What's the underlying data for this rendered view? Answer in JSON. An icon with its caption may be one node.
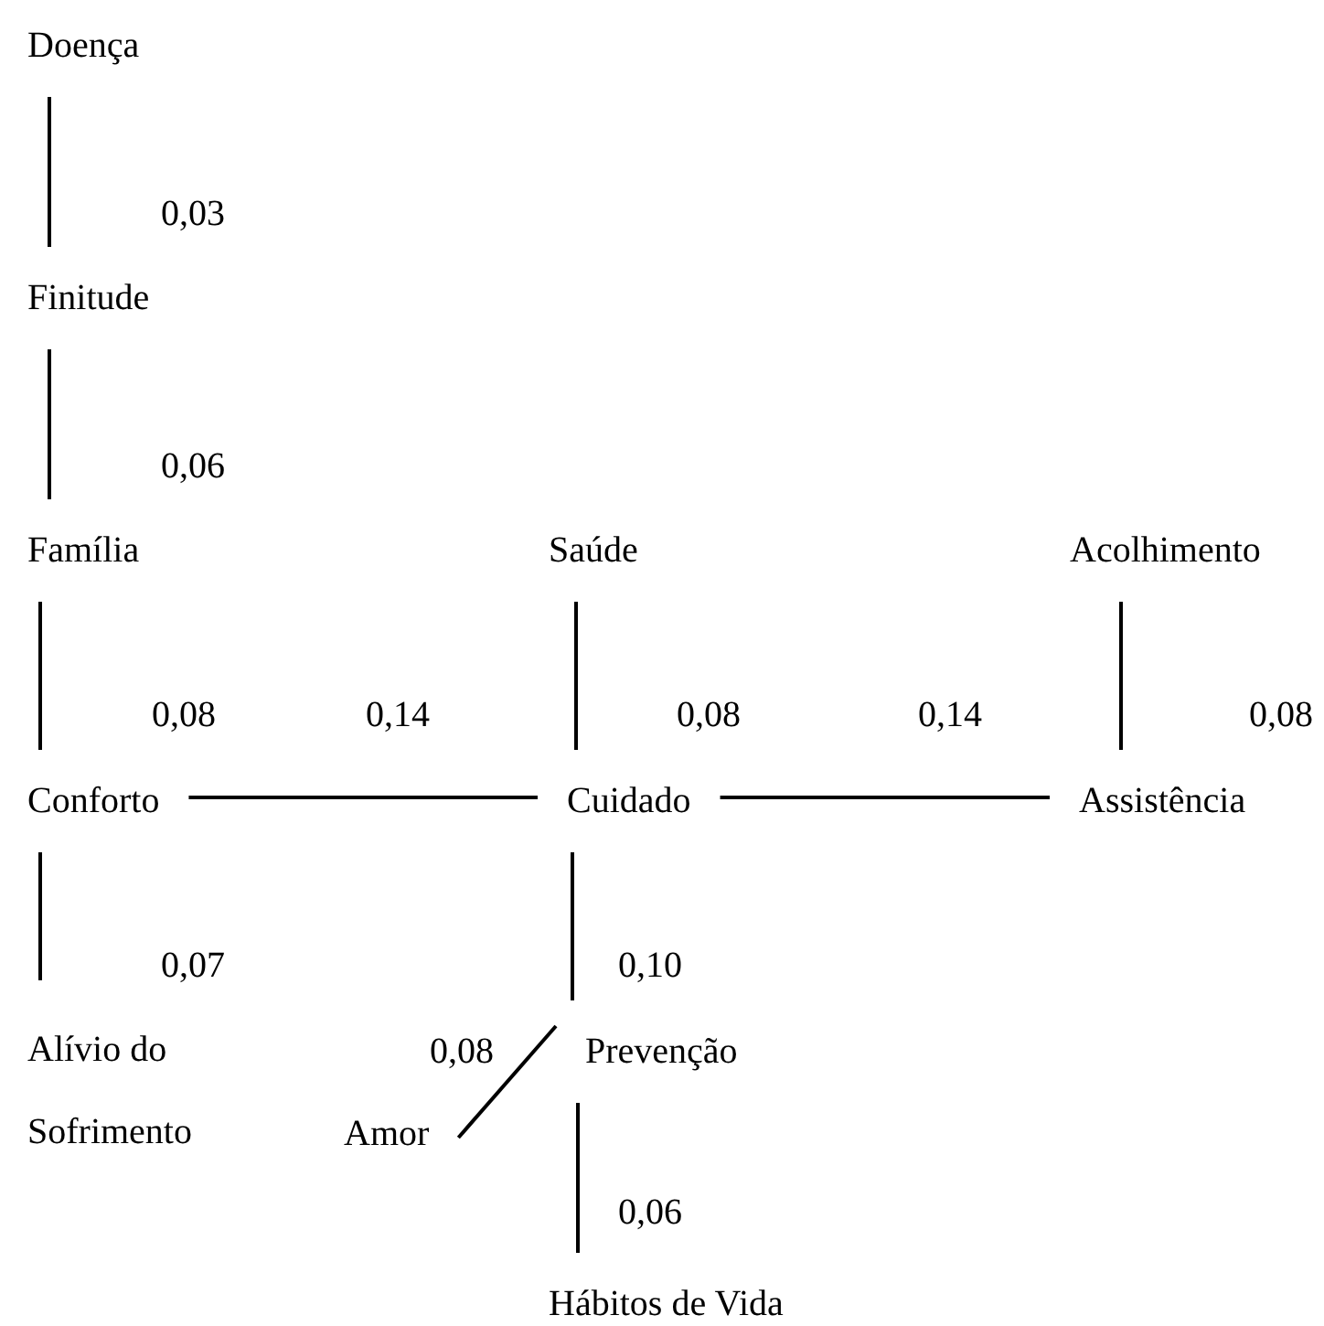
{
  "diagram": {
    "nodes": [
      {
        "text": [
          "Doença"
        ]
      },
      {
        "text": [
          "Finitude"
        ]
      },
      {
        "text": [
          "Família"
        ]
      },
      {
        "text": [
          "Saúde"
        ]
      },
      {
        "text": [
          "Acolhimento"
        ]
      },
      {
        "text": [
          "Conforto"
        ]
      },
      {
        "text": [
          "Cuidado"
        ]
      },
      {
        "text": [
          "Assistência"
        ]
      },
      {
        "text": [
          "Alívio do Sofrimento"
        ]
      },
      {
        "text": [
          "Amor"
        ]
      },
      {
        "text": [
          "Prevenção"
        ]
      },
      {
        "text": [
          "Hábitos de Vida"
        ]
      }
    ],
    "edges": [
      {
        "from": 0,
        "to": 1,
        "label": "0,03",
        "arrow": "none"
      },
      {
        "from": 1,
        "to": 2,
        "label": "0,06",
        "arrow": "none"
      },
      {
        "from": 2,
        "to": 5,
        "label": "0,08",
        "arrow": "none"
      },
      {
        "from": 5,
        "to": 6,
        "label": "0,14",
        "arrow": "none"
      },
      {
        "from": 3,
        "to": 6,
        "label": "0,08",
        "arrow": "none"
      },
      {
        "from": 6,
        "to": 7,
        "label": "0,14",
        "arrow": "none"
      },
      {
        "from": 4,
        "to": 7,
        "label": "0,08",
        "arrow": "none"
      },
      {
        "from": 5,
        "to": 8,
        "label": "0,07",
        "arrow": "none"
      },
      {
        "from": 6,
        "to": 10,
        "label": "0,10",
        "arrow": "none"
      },
      {
        "from": 10,
        "to": 9,
        "label": "0,08",
        "arrow": "none"
      },
      {
        "from": 10,
        "to": 11,
        "label": "0,06",
        "arrow": "none"
      }
    ]
  }
}
